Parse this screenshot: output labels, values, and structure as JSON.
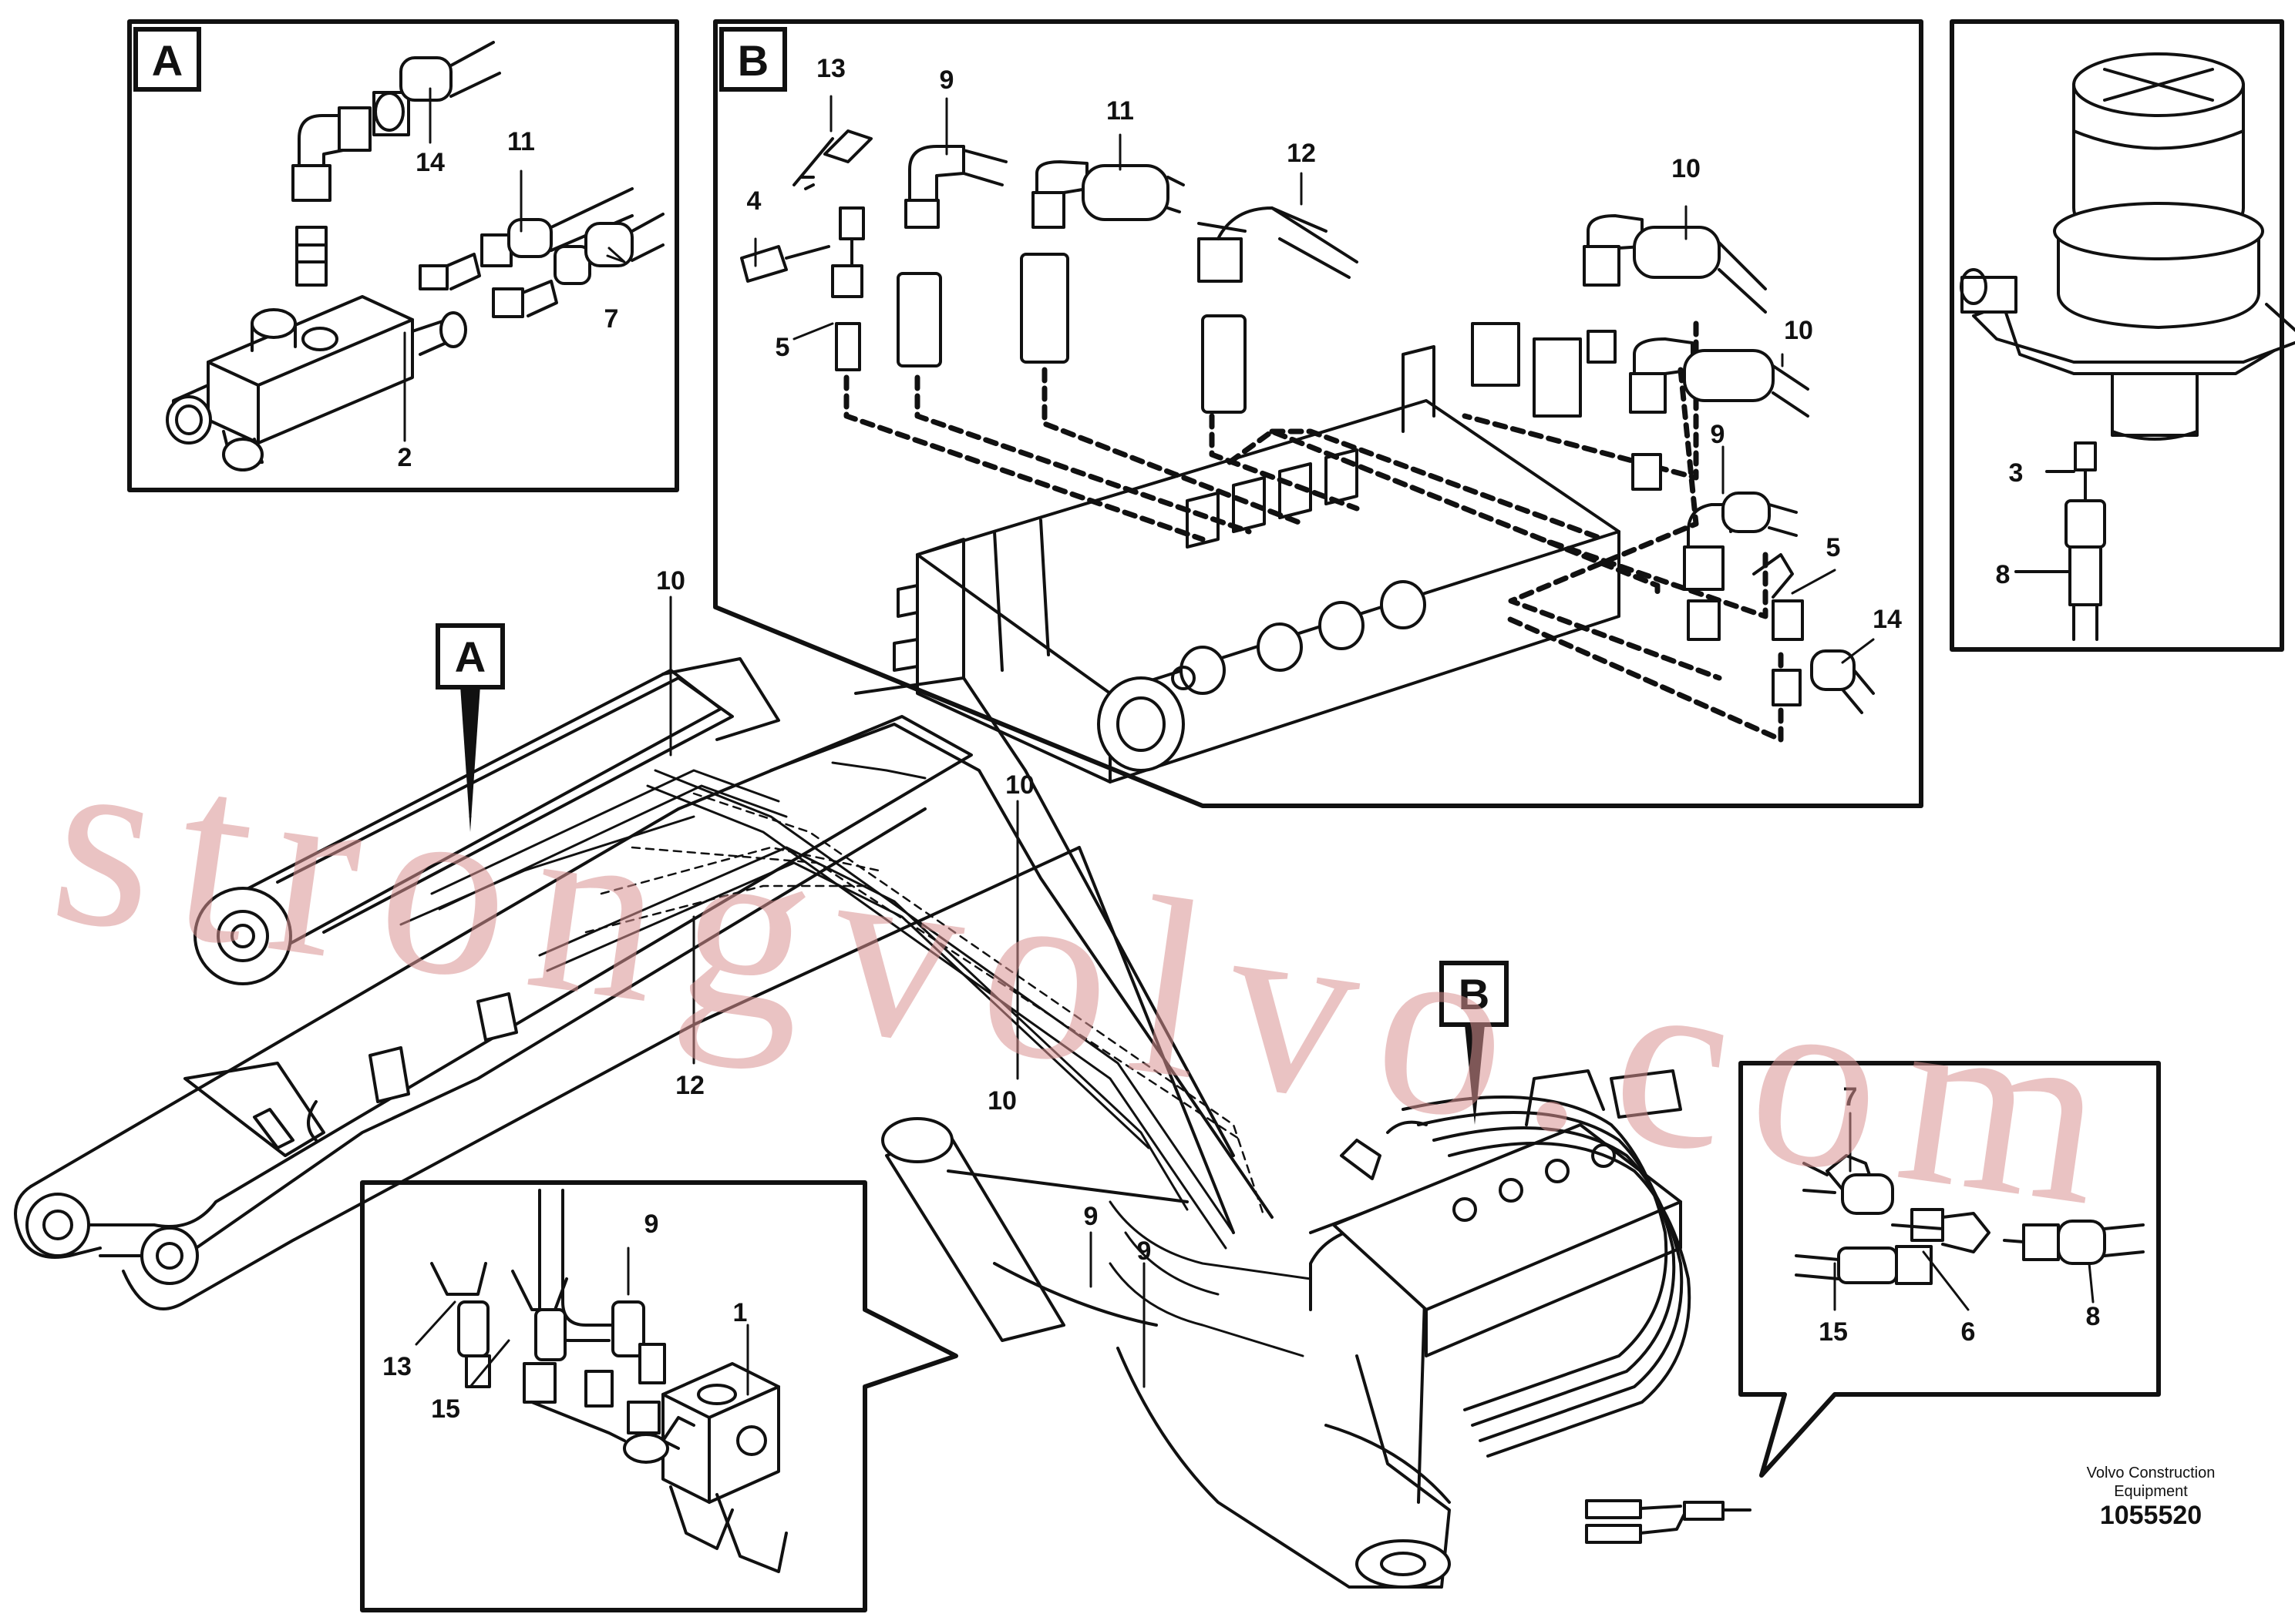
{
  "figure": {
    "publisher_line1": "Volvo Construction",
    "publisher_line2": "Equipment",
    "document_number": "1055520",
    "watermark": "strongvolvo.com"
  },
  "detail_views": {
    "a": {
      "letter": "A"
    },
    "b": {
      "letter": "B"
    }
  },
  "callouts": {
    "n1": "1",
    "n2": "2",
    "n3": "3",
    "n4": "4",
    "n5": "5",
    "n6": "6",
    "n7": "7",
    "n8": "8",
    "n9": "9",
    "n10": "10",
    "n11": "11",
    "n12": "12",
    "n13": "13",
    "n14": "14",
    "n15": "15"
  },
  "colors": {
    "line": "#111111",
    "watermark": "#d89292",
    "background": "#ffffff"
  }
}
